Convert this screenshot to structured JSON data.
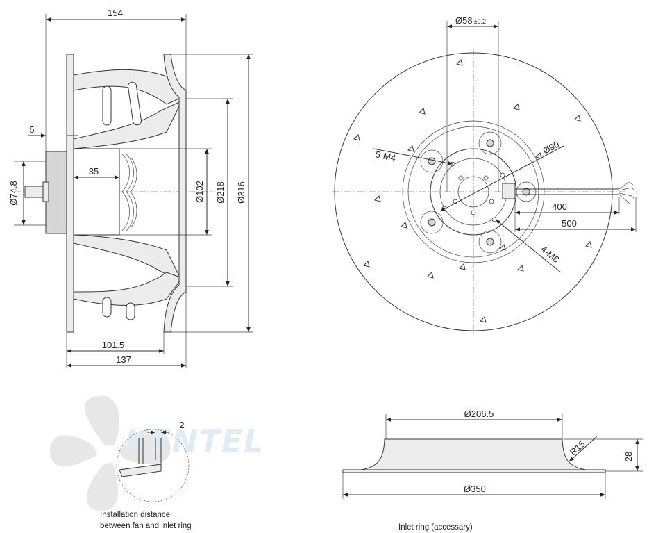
{
  "side_view": {
    "dim_width": "154",
    "dim_flange": "5",
    "dim_hub_diameter": "Ø74.8",
    "dim_shaft": "35",
    "dim_d102": "Ø102",
    "dim_d218": "Ø218",
    "dim_d316": "Ø316",
    "dim_101_5": "101.5",
    "dim_137": "137"
  },
  "front_view": {
    "dim_d58": "Ø58",
    "dim_d58_tol": "±0.2",
    "dim_5m4": "5-M4",
    "dim_d90": "Ø90",
    "dim_400": "400",
    "dim_500": "500",
    "dim_4m6": "4-M6"
  },
  "detail": {
    "dim_gap": "2",
    "caption_line1": "Installation distance",
    "caption_line2": "between fan and inlet ring"
  },
  "inlet_ring": {
    "dim_d206_5": "Ø206.5",
    "dim_r15": "R15",
    "dim_28": "28",
    "dim_d350": "Ø350",
    "caption": "Inlet ring  (accessary)"
  },
  "watermark": "KENTEL"
}
